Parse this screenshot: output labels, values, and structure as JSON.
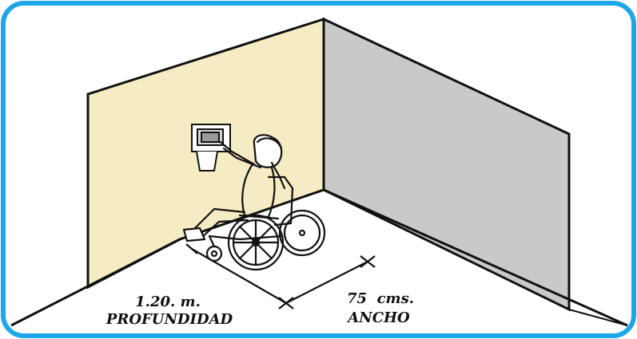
{
  "dimensions": {
    "depth": {
      "value_text": "1.20. m.",
      "label": "PROFUNDIDAD"
    },
    "width": {
      "value_text": "75  cms.",
      "label": "ANCHO"
    }
  },
  "colors": {
    "frame_border": "#1ea7e8",
    "left_wall": "#f5ecc4",
    "right_wall": "#c9c9c9",
    "line": "#111111"
  },
  "figure": {
    "subject": "wheelchair-user-at-wall-device-icon"
  }
}
